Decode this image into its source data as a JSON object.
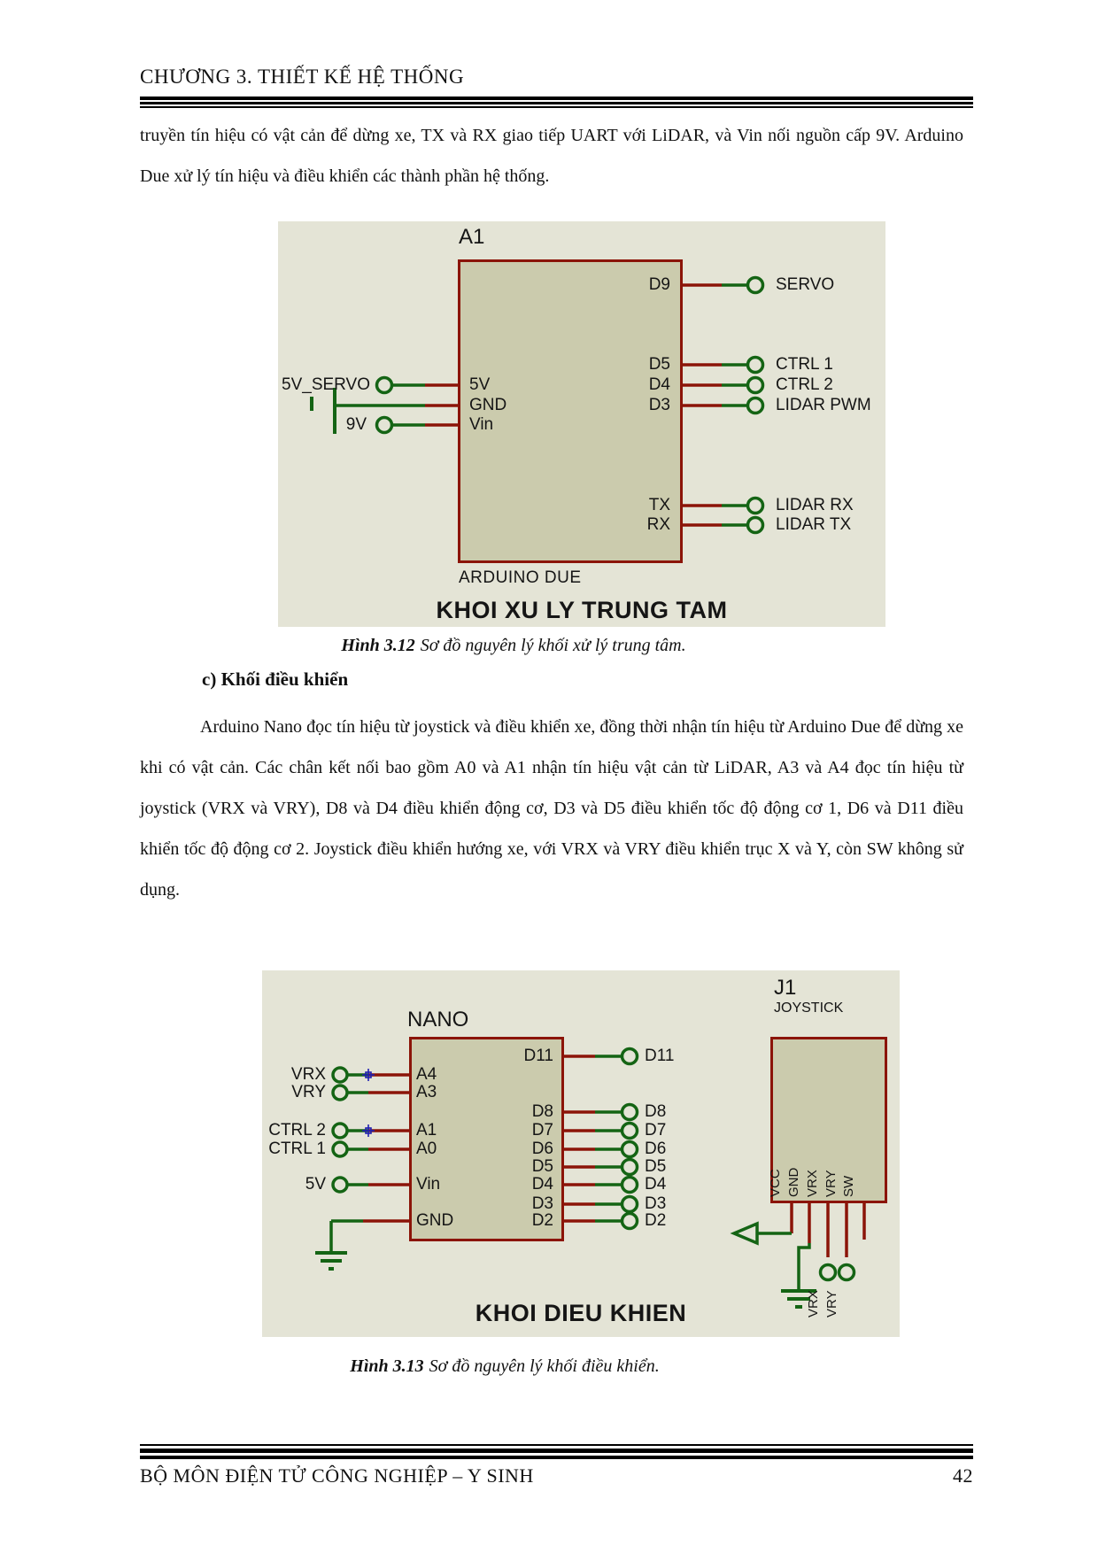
{
  "page": {
    "header": {
      "title": "CHƯƠNG 3. THIẾT KẾ HỆ THỐNG"
    },
    "footer": {
      "department": "BỘ MÔN ĐIỆN TỬ CÔNG NGHIỆP – Y SINH",
      "page_number": "42"
    }
  },
  "body": {
    "paragraph1": "truyền tín hiệu có vật cản để dừng xe, TX và RX giao tiếp UART với LiDAR, và Vin nối nguồn cấp 9V. Arduino Due xử lý tín hiệu và điều khiển các thành phần hệ thống.",
    "caption1": {
      "label": "Hình 3.12",
      "text": "Sơ đồ nguyên lý khối xử lý trung tâm."
    },
    "section_heading": "c) Khối điều khiển",
    "paragraph2": "Arduino Nano đọc tín hiệu từ joystick và điều khiển xe, đồng thời nhận tín hiệu từ Arduino Due để dừng xe khi có vật cản. Các chân kết nối bao gồm A0 và A1 nhận tín hiệu vật cản từ LiDAR, A3 và A4 đọc tín hiệu từ joystick (VRX và VRY), D8 và D4 điều khiển động cơ, D3 và D5 điều khiển tốc độ động cơ 1, D6 và D11 điều khiển tốc độ động cơ 2. Joystick điều khiển hướng xe, với VRX và VRY điều khiển trục X và Y, còn SW không sử dụng.",
    "caption2": {
      "label": "Hình 3.13",
      "text": "Sơ đồ nguyên lý khối điều khiển."
    }
  },
  "figure1": {
    "component_ref": "A1",
    "component_name": "ARDUINO DUE",
    "block_title": "KHOI XU LY TRUNG TAM",
    "left_pins": [
      "5V",
      "GND",
      "Vin"
    ],
    "left_terminals": [
      "5V_SERVO",
      "9V"
    ],
    "right_pins": [
      "D9",
      "D5",
      "D4",
      "D3",
      "TX",
      "RX"
    ],
    "right_terminals": [
      "SERVO",
      "CTRL 1",
      "CTRL 2",
      "LIDAR PWM",
      "LIDAR RX",
      "LIDAR TX"
    ]
  },
  "figure2": {
    "component_ref": "NANO",
    "block_title": "KHOI DIEU KHIEN",
    "left_terminals": [
      "VRX",
      "VRY",
      "CTRL 2",
      "CTRL 1",
      "5V"
    ],
    "left_pins": [
      "A4",
      "A3",
      "A1",
      "A0",
      "Vin",
      "GND"
    ],
    "right_pins": [
      "D11",
      "D8",
      "D7",
      "D6",
      "D5",
      "D4",
      "D3",
      "D2"
    ],
    "right_terminals": [
      "D11",
      "D8",
      "D7",
      "D6",
      "D5",
      "D4",
      "D3",
      "D2"
    ],
    "joystick": {
      "ref": "J1",
      "name": "JOYSTICK",
      "pins": [
        "VCC",
        "GND",
        "VRX",
        "VRY",
        "SW"
      ],
      "bottom_terminals": [
        "VRX",
        "VRY"
      ]
    }
  },
  "colors": {
    "diagram_background": "#E4E4D6",
    "chip_fill": "#CBCBAD",
    "chip_border": "#8B1408",
    "wire_red": "#8B1408",
    "wire_green": "#146414",
    "title_red": "#E61E14",
    "junction_blue": "#2020B0"
  }
}
